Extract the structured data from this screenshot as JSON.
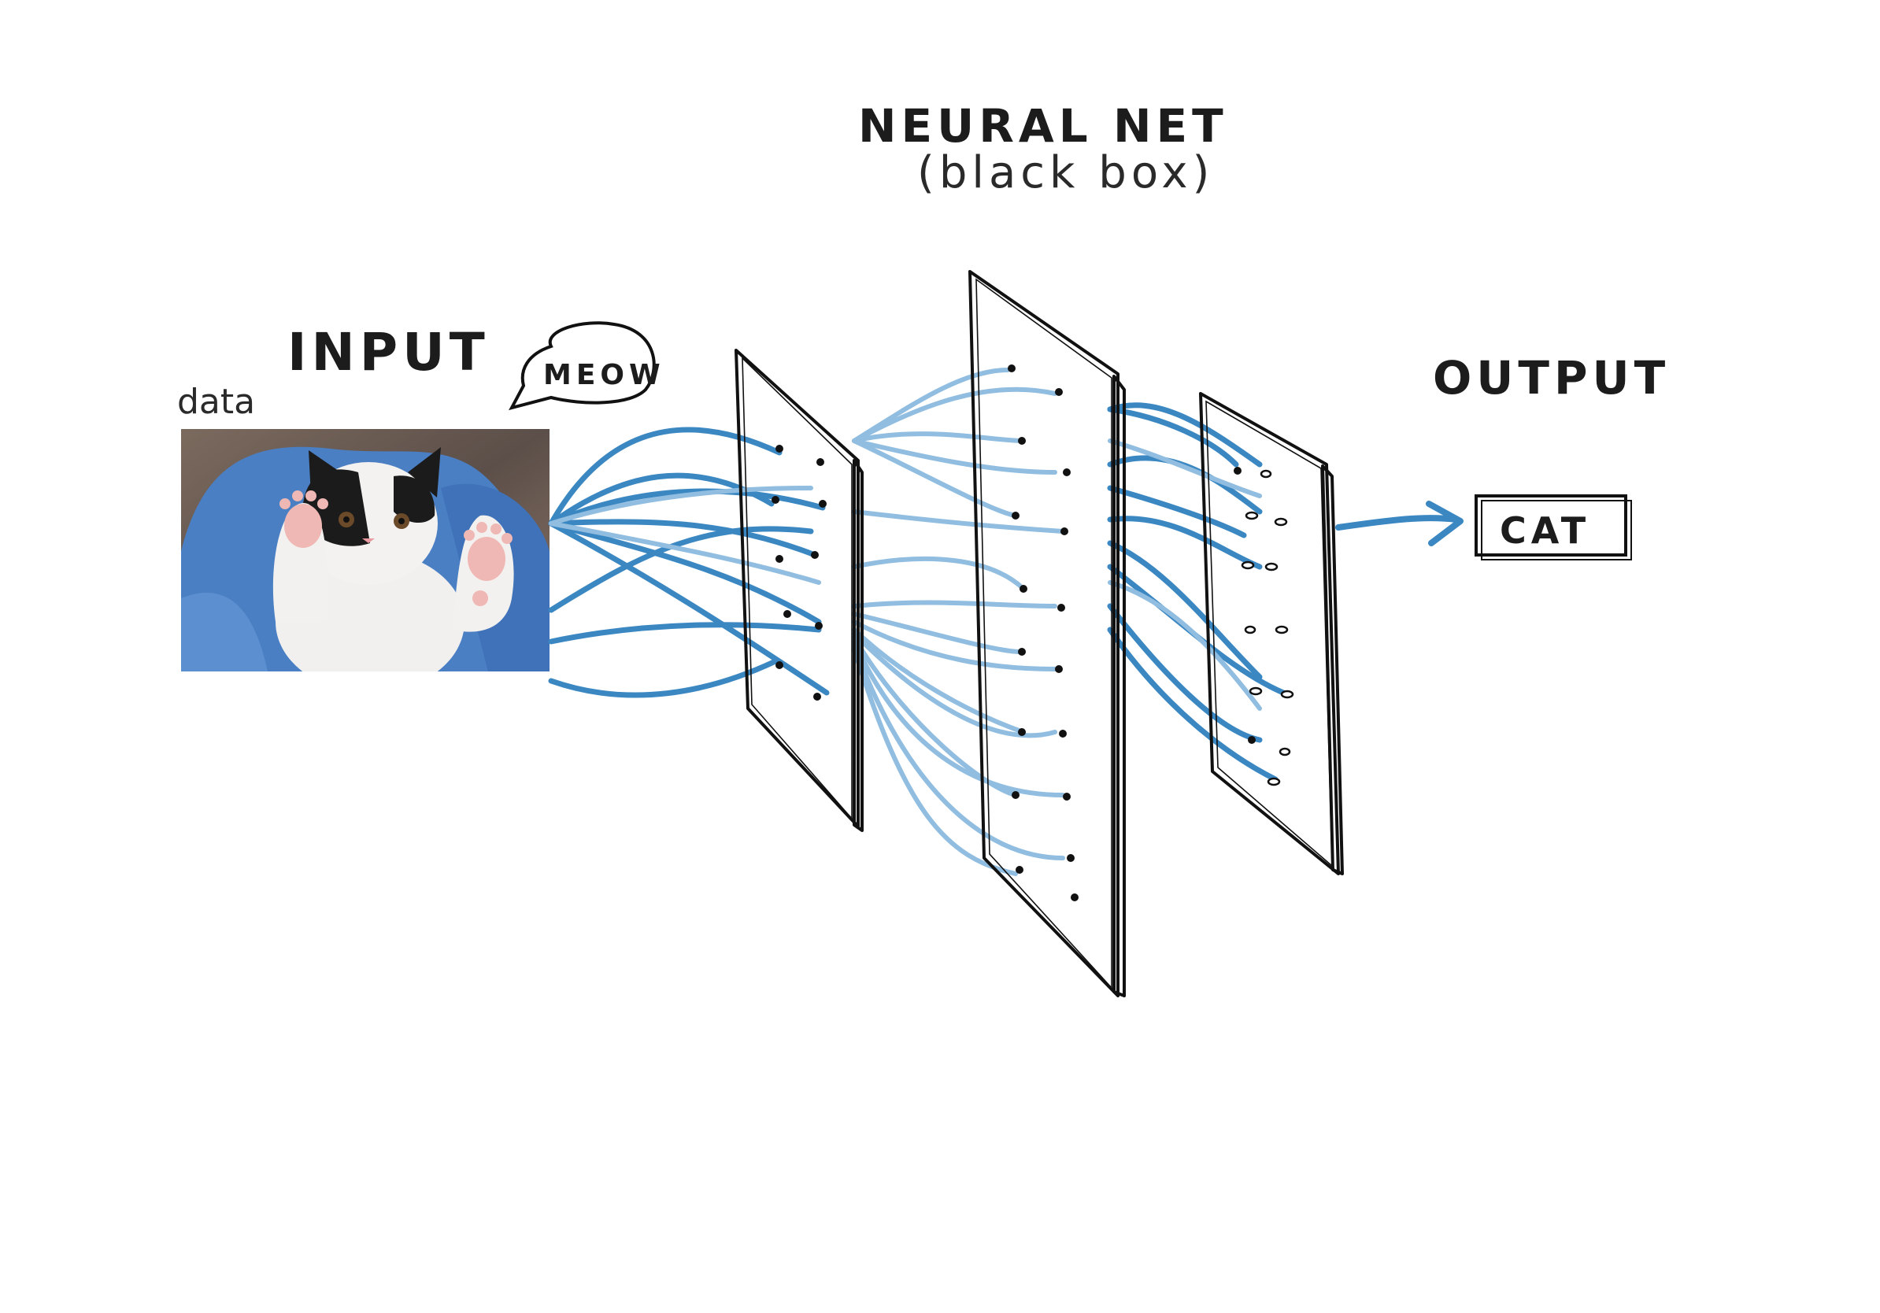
{
  "diagram": {
    "title_line1": "NEURAL NET",
    "title_line2": "(black box)",
    "input_heading": "INPUT",
    "input_sublabel": "data",
    "speech_bubble": "MEOW",
    "output_heading": "OUTPUT",
    "output_result": "CAT"
  },
  "colors": {
    "connection_dark": "#3b87c2",
    "connection_light": "#90bde0",
    "ink": "#1c1c1c"
  },
  "icons": {
    "input_image": "cat-photo",
    "output_arrow": "arrow-right-icon",
    "speech": "speech-bubble-icon"
  }
}
